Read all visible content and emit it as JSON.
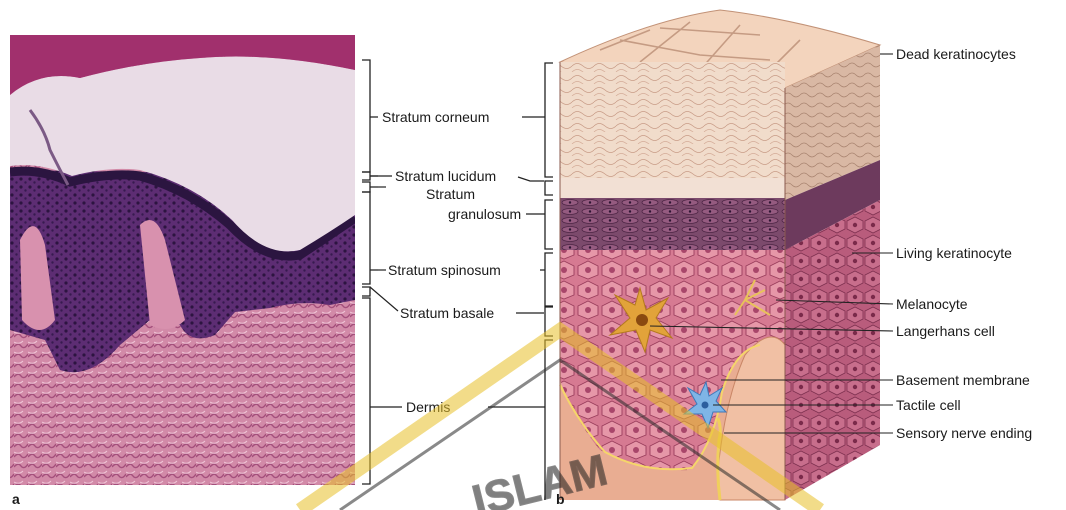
{
  "panel_a": {
    "letter": "a",
    "labels": {
      "stratum_corneum": "Stratum corneum",
      "stratum_lucidum": "Stratum lucidum",
      "stratum_granulosum_1": "Stratum",
      "stratum_granulosum_2": "granulosum",
      "stratum_spinosum": "Stratum spinosum",
      "stratum_basale": "Stratum basale",
      "dermis": "Dermis"
    }
  },
  "panel_b": {
    "letter": "b",
    "labels": {
      "dead_keratinocytes": "Dead keratinocytes",
      "living_keratinocyte": "Living keratinocyte",
      "melanocyte": "Melanocyte",
      "langerhans_cell": "Langerhans cell",
      "basement_membrane": "Basement membrane",
      "tactile_cell": "Tactile cell",
      "sensory_nerve_ending": "Sensory nerve ending"
    }
  },
  "watermark": {
    "text": "ISLAM"
  },
  "colors": {
    "corneum_histo": "#e9dce6",
    "granular_dark": "#3a1f55",
    "spinosum_histo": "#5e2f74",
    "dermis_histo": "#c97a9c",
    "corneum_drawn": "#efd9c7",
    "granulosum_drawn": "#7b4468",
    "spinosum_drawn": "#d9788e",
    "dermis_drawn": "#e6a98f",
    "watermark": "#e8c12a"
  }
}
